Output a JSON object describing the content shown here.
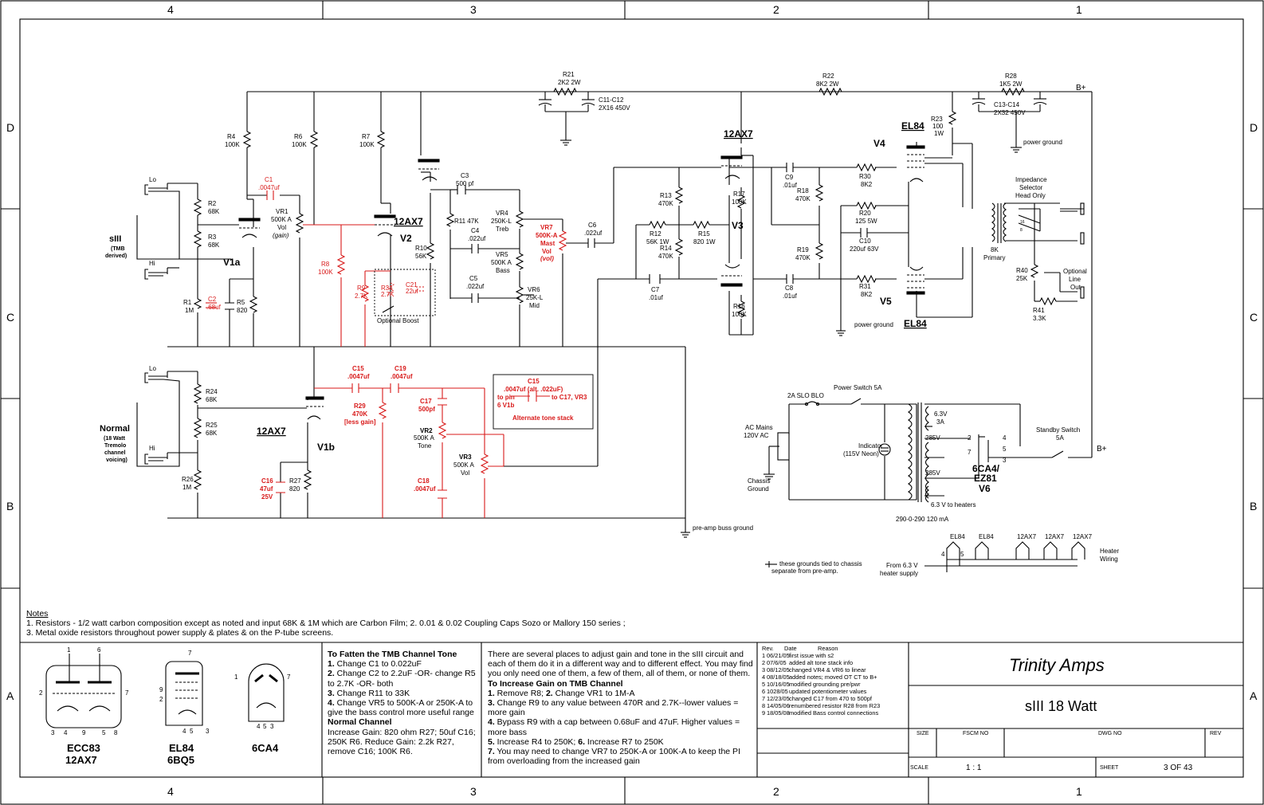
{
  "frame": {
    "top_zones": [
      "4",
      "3",
      "2",
      "1"
    ],
    "side_zones": [
      "D",
      "C",
      "B",
      "A"
    ]
  },
  "components": {
    "r4": [
      "R4",
      "100K"
    ],
    "r6": [
      "R6",
      "100K"
    ],
    "r7": [
      "R7",
      "100K"
    ],
    "r2": [
      "R2",
      "68K"
    ],
    "r3": [
      "R3",
      "68K"
    ],
    "r1": [
      "R1",
      "1M"
    ],
    "r5": [
      "R5",
      "820"
    ],
    "c1": [
      "C1",
      ".0047uf"
    ],
    "c2": [
      "C2",
      ".68uf"
    ],
    "vr1": [
      "VR1",
      "500K A",
      "Vol",
      "(gain)"
    ],
    "r8": [
      "R8",
      "100K"
    ],
    "r9": [
      "R9",
      "2.7K"
    ],
    "r34": [
      "R34",
      "2.7K"
    ],
    "c21": [
      "C21",
      "22uf"
    ],
    "boost": "Optional Boost",
    "r10": [
      "R10",
      "56K"
    ],
    "c3": [
      "C3",
      "500 pf"
    ],
    "r11": "R11 47K",
    "c4": [
      "C4",
      ".022uf"
    ],
    "c5": [
      "C5",
      ".022uf"
    ],
    "vr4": [
      "VR4",
      "250K-L",
      "Treb"
    ],
    "vr5": [
      "VR5",
      "500K A",
      "Bass"
    ],
    "vr6": [
      "VR6",
      "25K-L",
      "Mid"
    ],
    "vr7": [
      "VR7",
      "500K-A",
      "Mast",
      "Vol",
      "(vol)"
    ],
    "c6": [
      "C6",
      ".022uf"
    ],
    "r21": [
      "R21",
      "2K2 2W"
    ],
    "c11": [
      "C11-C12",
      "2X16 450V"
    ],
    "r22": [
      "R22",
      "8K2 2W"
    ],
    "r28": [
      "R28",
      "1K5 2W"
    ],
    "c13": [
      "C13-C14",
      "2X32 450V"
    ],
    "bplus": "B+",
    "power_ground": "power ground",
    "r23": [
      "R23",
      "100",
      "1W"
    ],
    "r13": [
      "R13",
      "470K"
    ],
    "r12": [
      "R12",
      "56K 1W"
    ],
    "r15": [
      "R15",
      "820 1W"
    ],
    "r14": [
      "R14",
      "470K"
    ],
    "c7": [
      "C7",
      ".01uf"
    ],
    "r17": [
      "R17",
      "100K"
    ],
    "r16": [
      "R16",
      "100K"
    ],
    "c9": [
      "C9",
      ".01uf"
    ],
    "c8": [
      "C8",
      ".01uf"
    ],
    "r18": [
      "R18",
      "470K"
    ],
    "r19": [
      "R19",
      "470K"
    ],
    "r30": [
      "R30",
      "8K2"
    ],
    "r31": [
      "R31",
      "8K2"
    ],
    "r20": [
      "R20",
      "125 5W"
    ],
    "c10": [
      "C10",
      "220uf 63V"
    ],
    "imp": [
      "Impedance",
      "Selector",
      "Head Only"
    ],
    "primary": [
      "8K",
      "Primary"
    ],
    "r40": [
      "R40",
      "25K"
    ],
    "r41": [
      "R41",
      "3.3K"
    ],
    "line_out": [
      "Optional",
      "Line",
      "Out"
    ],
    "tap16": "16",
    "tap8": "8",
    "r24": [
      "R24",
      "68K"
    ],
    "r25": [
      "R25",
      "68K"
    ],
    "r26": [
      "R26",
      "1M"
    ],
    "r27": [
      "R27",
      "820"
    ],
    "c16": [
      "C16",
      "47uf",
      "25V"
    ],
    "c15": [
      "C15",
      ".0047uf"
    ],
    "c19": [
      "C19",
      ".0047uf"
    ],
    "r29": [
      "R29",
      "470K",
      "[less gain]"
    ],
    "c17": [
      "C17",
      "500pf"
    ],
    "vr2": [
      "VR2",
      "500K A",
      "Tone"
    ],
    "vr3": [
      "VR3",
      "500K A",
      "Vol"
    ],
    "c18": [
      "C18",
      ".0047uf"
    ],
    "alt": [
      "C15",
      ".0047uf (alt. .022uF)",
      "to pin",
      "6 V1b",
      "to C17, VR3",
      "Alternate tone stack"
    ],
    "preamp_ground": "pre-amp buss ground",
    "power": {
      "fuse": "2A SLO BLO",
      "switch": "Power Switch  5A",
      "mains": [
        "AC Mains",
        "120V AC"
      ],
      "chassis": [
        "Chassis",
        "Ground"
      ],
      "indicator": [
        "Indicator",
        "(115V Neon)"
      ],
      "heater_tap": [
        "6.3V",
        "3A"
      ],
      "hv_top": "285V",
      "hv_bot": "285V",
      "heater_out": "6.3 V to heaters",
      "trafo": "290-0-290 120 mA",
      "standby": [
        "Standby Switch",
        "5A"
      ],
      "rect": [
        "6CA4/",
        "EZ81",
        "V6"
      ],
      "pins": [
        "2",
        "4",
        "5",
        "7",
        "3"
      ]
    },
    "heater": {
      "tubes": [
        "EL84",
        "EL84",
        "12AX7",
        "12AX7",
        "12AX7"
      ],
      "pins": [
        "4",
        "5"
      ],
      "from": [
        "From 6.3 V",
        "heater supply"
      ],
      "title": [
        "Heater",
        "Wiring"
      ]
    },
    "ground_note": [
      "these grounds tied to chassis",
      "separate from pre-amp."
    ]
  },
  "tubes": {
    "v1a": "V1a",
    "v1b": "V1b",
    "v2": "V2",
    "v3": "V3",
    "v4": "V4",
    "v5": "V5",
    "t12ax7_a": "12AX7",
    "t12ax7_b": "12AX7",
    "t12ax7_c": "12AX7",
    "el84_a": "EL84",
    "el84_b": "EL84"
  },
  "channels": {
    "siii": [
      "sIII",
      "(TMB",
      "derived)"
    ],
    "normal": [
      "Normal",
      "(18 Watt",
      "Tremolo",
      "channel",
      "voicing)"
    ],
    "lo": "Lo",
    "hi": "Hi"
  },
  "notes": {
    "heading": "Notes",
    "line1": "1. Resistors - 1/2 watt carbon composition  except as noted and input 68K & 1M which are Carbon Film;  2. 0.01 & 0.02 Coupling Caps Sozo or Mallory 150 series ;",
    "line2": "3. Metal oxide resistors throughout power supply & plates & on the P-tube screens."
  },
  "pinouts": {
    "ecc83": [
      "ECC83",
      "12AX7"
    ],
    "el84": [
      "EL84",
      "6BQ5"
    ],
    "ca4": "6CA4",
    "ecc83_pins": [
      "1",
      "6",
      "2",
      "7",
      "3",
      "4",
      "9",
      "5",
      "8"
    ],
    "el84_pins": [
      "7",
      "9",
      "2",
      "4",
      "5",
      "3"
    ],
    "ca4_pins": [
      "1",
      "7",
      "4",
      "5",
      "3"
    ]
  },
  "fatten": {
    "title": "To Fatten the TMB Channel Tone",
    "n1": "1.",
    "i1": " Change C1 to 0.022uF",
    "n2": "2.",
    "i2": " Change C2 to 2.2uF -OR- change R5 to 2.7K -OR- both",
    "n3": "3.",
    "i3": " Change R11 to 33K",
    "n4": "4.",
    "i4": " Change VR5 to 500K-A or 250K-A to give the bass control more useful range",
    "normal_title": "Normal Channel",
    "normal_1": "Increase Gain: 820 ohm R27; 50uf C16; 250K R6.  Reduce Gain: 2.2k R27, remove C16; 100K R6."
  },
  "gain": {
    "intro": "There are several places to adjust gain and tone in the sIII circuit and each of them do it in a different way and to different effect. You may find you only need one of them, a few of them, all of them, or none of them.",
    "title": "To Increase Gain on TMB Channel",
    "n1": "1.",
    "i1": " Remove R8;  ",
    "n2": "2.",
    "i2": " Change VR1 to 1M-A",
    "n3": "3.",
    "i3": " Change R9 to any value between 470R and 2.7K--lower values = more gain",
    "n4": "4.",
    "i4": " Bypass R9 with a cap between 0.68uF and 47uF. Higher values = more bass",
    "n5": "5.",
    "i5": " Increase R4 to 250K;  ",
    "n6": "6.",
    "i6": " Increase R7 to 250K",
    "n7": "7.",
    "i7": " You may need to change VR7 to 250K-A or 100K-A to keep the PI from overloading from the increased gain"
  },
  "revisions": {
    "headers": [
      "Rev.",
      "Date",
      "Reason"
    ],
    "rows": [
      [
        "1",
        "06/21/05",
        "first issue with s2"
      ],
      [
        "2",
        "07/6/05",
        "added alt tone stack info"
      ],
      [
        "3",
        "08/12/05",
        "changed VR4 & VR6 to linear"
      ],
      [
        "4",
        "08/18/05",
        "added notes; moved OT CT to B+"
      ],
      [
        "5",
        "10/16/05",
        "modified grounding pre/pwr"
      ],
      [
        "6",
        "1028/05",
        "updated potentiometer values"
      ],
      [
        "7",
        "12/23/05",
        "changed C17 from 470 to  500pf"
      ],
      [
        "8",
        "14/05/06",
        "renumbered resistor R28 from R23"
      ],
      [
        "9",
        "18/05/08",
        "modified Bass  control connections"
      ]
    ]
  },
  "titleblock": {
    "company": "Trinity Amps",
    "title": "sIII 18 Watt",
    "size_label": "SIZE",
    "fscm_label": "FSCM NO",
    "dwg_label": "DWG NO",
    "rev_label": "REV",
    "scale_label": "SCALE",
    "scale": "1 : 1",
    "sheet_label": "SHEET",
    "sheet": "3 OF 43"
  }
}
